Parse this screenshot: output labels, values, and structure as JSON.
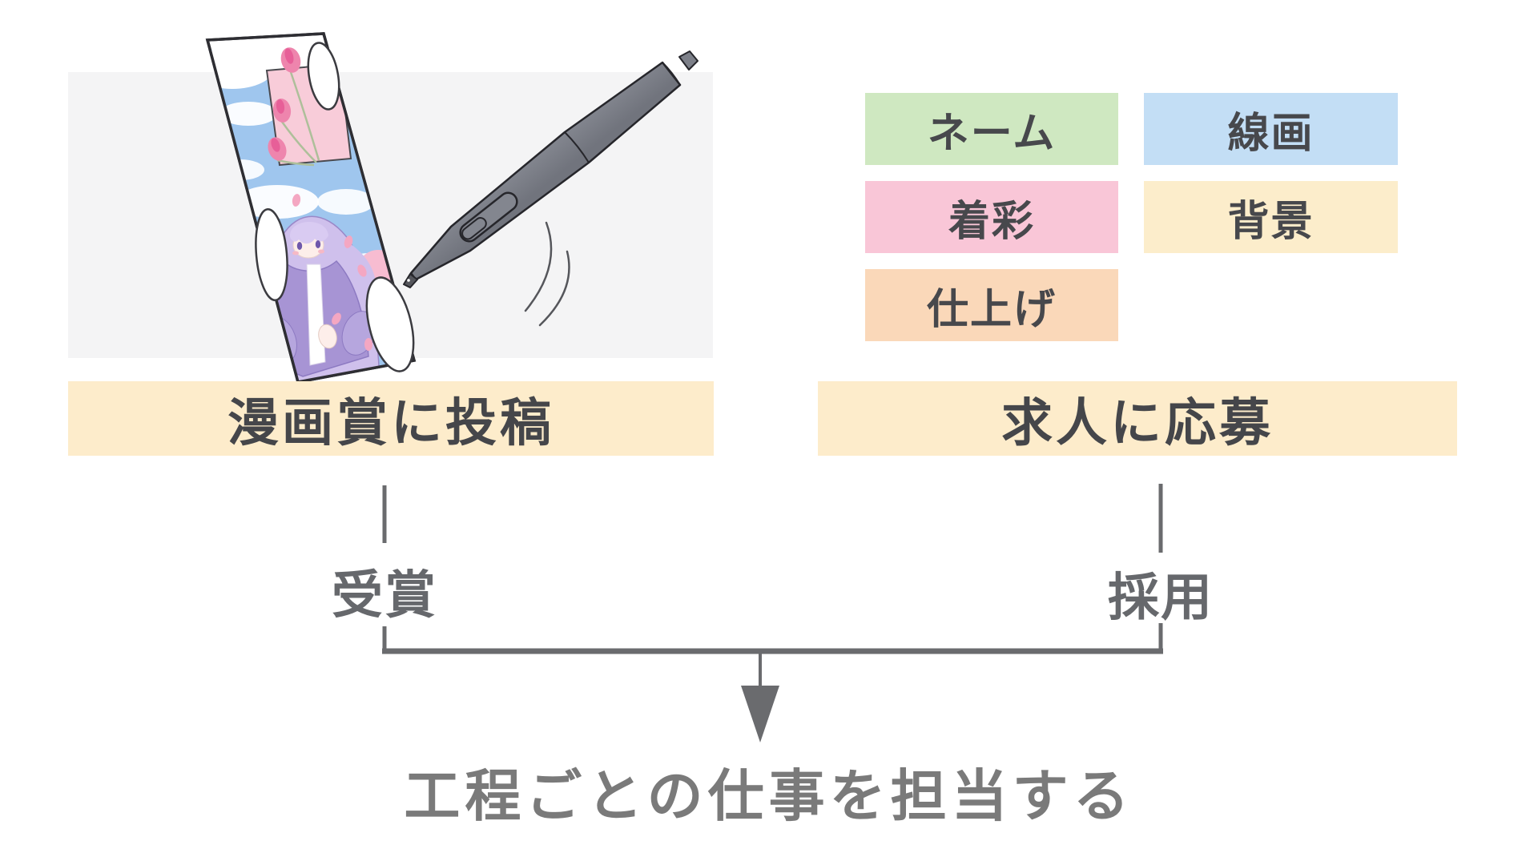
{
  "illustration": {
    "description": "manga submission page with tablet stylus pen",
    "backdrop_color": "#f4f4f5",
    "pen_color": "#7d8089",
    "page_border_color": "#2e2e33",
    "sky_color": "#9fc6ee",
    "hair_color": "#cfc0ec",
    "dress_color": "#a794d4",
    "tulip_color": "#ee85ad"
  },
  "tags": {
    "text_color": "#47484c",
    "items": [
      {
        "label": "ネーム",
        "bg": "#cfe8c1"
      },
      {
        "label": "線画",
        "bg": "#c3def5"
      },
      {
        "label": "着彩",
        "bg": "#f9c6d7"
      },
      {
        "label": "背景",
        "bg": "#fcedcb"
      },
      {
        "label": "仕上げ",
        "bg": "#fad8b9"
      }
    ]
  },
  "paths": {
    "band_bg": "#fdeccb",
    "band_text_color": "#45464a",
    "result_text_color": "#66686c",
    "connector_color": "#6a6b6e",
    "left": {
      "band_label": "漫画賞に投稿",
      "result_label": "受賞"
    },
    "right": {
      "band_label": "求人に応募",
      "result_label": "採用"
    }
  },
  "outcome": {
    "label": "工程ごとの仕事を担当する",
    "text_color": "#7a7a7a"
  }
}
